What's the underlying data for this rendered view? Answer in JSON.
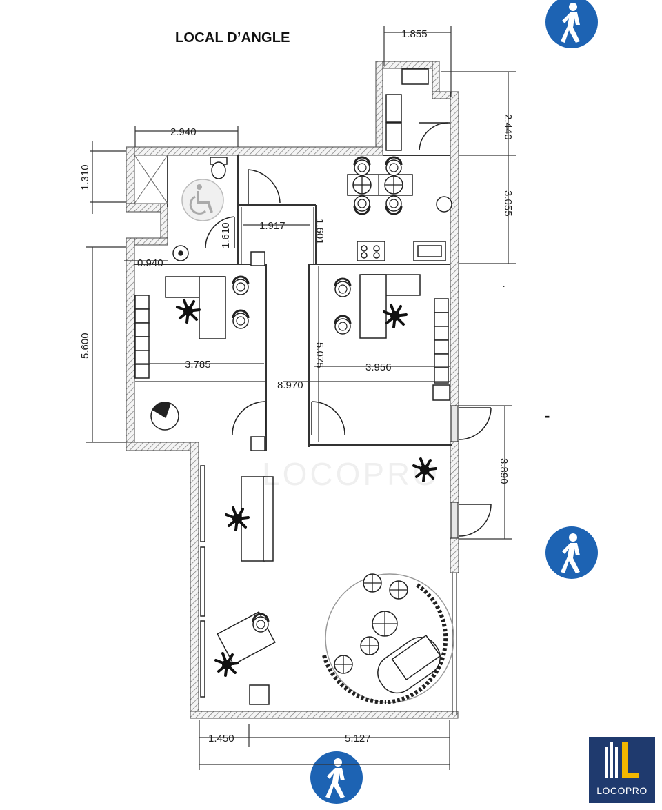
{
  "title": "LOCAL D’ANGLE",
  "dimensions": {
    "top_annex_width": "1.855",
    "top_annex_height": "2.440",
    "kitchen_height": "3.055",
    "wc_width": "2.940",
    "wc_height": "1.310",
    "corridor_width": "1.917",
    "corridor_left_height": "1.610",
    "corridor_right_height": "1.601",
    "wc_sink_width": "0.940",
    "office_left_height": "5.600",
    "office_left_width": "3.785",
    "overall_width": "8.970",
    "office_right_height": "5.075",
    "office_right_width": "3.956",
    "shop_door_span": "3.890",
    "bottom_left_width": "1.450",
    "bottom_right_width": "5.127"
  },
  "markers": {
    "dash": "-",
    "dot": "."
  },
  "watermark": "LOCOPRO",
  "logo": {
    "name": "LOCOPRO",
    "color": "#1f3a6e",
    "accent": "#f2b700"
  },
  "colors": {
    "pedestrian": "#1d63b3",
    "wall": "#555555"
  },
  "icons": [
    "pedestrian-icon",
    "wheelchair-icon",
    "plant-icon"
  ]
}
